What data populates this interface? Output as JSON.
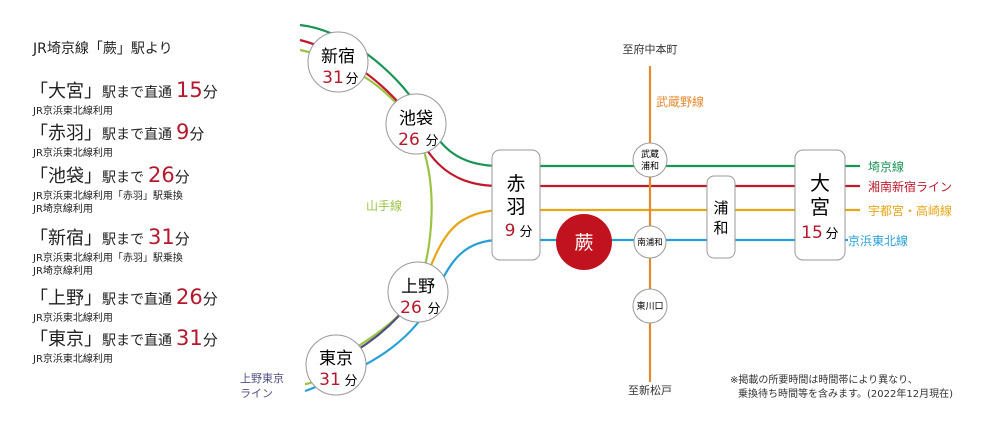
{
  "heading": "JR埼京線「蕨」駅より",
  "entries": [
    {
      "station": "「大宮」",
      "mid": "駅まで直通",
      "time": "15",
      "unit": "分",
      "notes": [
        "JR京浜東北線利用"
      ]
    },
    {
      "station": "「赤羽」",
      "mid": "駅まで直通",
      "time": "9",
      "unit": "分",
      "notes": [
        "JR京浜東北線利用"
      ]
    },
    {
      "station": "「池袋」",
      "mid": "駅まで",
      "time": "26",
      "unit": "分",
      "notes": [
        "JR京浜東北線利用「赤羽」駅乗換",
        "JR埼京線利用"
      ]
    },
    {
      "station": "「新宿」",
      "mid": "駅まで",
      "time": "31",
      "unit": "分",
      "notes": [
        "JR京浜東北線利用「赤羽」駅乗換",
        "JR埼京線利用"
      ]
    },
    {
      "station": "「上野」",
      "mid": "駅まで直通",
      "time": "26",
      "unit": "分",
      "notes": [
        "JR京浜東北線利用"
      ]
    },
    {
      "station": "「東京」",
      "mid": "駅まで直通",
      "time": "31",
      "unit": "分",
      "notes": [
        "JR京浜東北線利用"
      ]
    }
  ],
  "map": {
    "stations": {
      "shinjuku": {
        "name": "新宿",
        "time": "31",
        "unit": "分"
      },
      "ikebukuro": {
        "name": "池袋",
        "time": "26",
        "unit": "分"
      },
      "ueno": {
        "name": "上野",
        "time": "26",
        "unit": "分"
      },
      "tokyo": {
        "name": "東京",
        "time": "31",
        "unit": "分"
      },
      "akabane": {
        "name1": "赤",
        "name2": "羽",
        "time": "9",
        "unit": "分"
      },
      "omiya": {
        "name1": "大",
        "name2": "宮",
        "time": "15",
        "unit": "分"
      },
      "urawa": {
        "name1": "浦",
        "name2": "和"
      },
      "warabi": {
        "name": "蕨"
      },
      "musashi_urawa": {
        "name1": "武蔵",
        "name2": "浦和"
      },
      "minami_urawa": {
        "name": "南浦和"
      },
      "higashi_kawaguchi": {
        "name": "東川口"
      }
    },
    "lines": {
      "saikyo": {
        "label": "埼京線",
        "color": "#1a9455"
      },
      "shonan": {
        "label": "湘南新宿ライン",
        "color": "#c0192c"
      },
      "utsunomiya": {
        "label": "宇都宮・高崎線",
        "color": "#e6a619"
      },
      "keihin": {
        "label": "京浜東北線",
        "color": "#2a9fd6"
      },
      "yamanote": {
        "label": "山手線",
        "color": "#9cc444"
      },
      "musashino": {
        "label": "武蔵野線",
        "color": "#e48a2e"
      },
      "ueno_tokyo": {
        "label1": "上野東京",
        "label2": "ライン",
        "color": "#4e4f80"
      }
    },
    "to_north": "至府中本町",
    "to_south": "至新松戸",
    "time_color": "#b5182b"
  },
  "footnote": [
    "※掲載の所要時間は時間帯により異なり、",
    "乗換待ち時間等を含みます。(2022年12月現在)"
  ]
}
